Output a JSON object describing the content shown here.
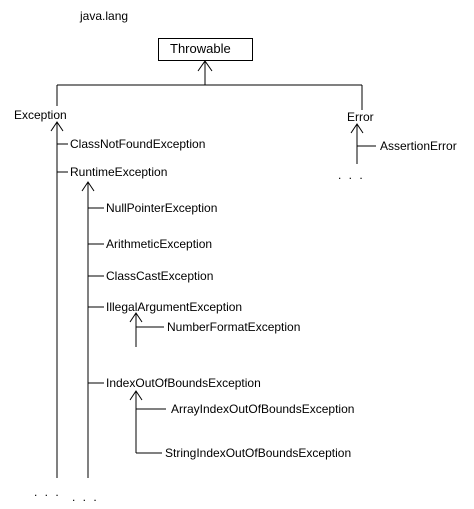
{
  "header": {
    "package_name": "java.lang"
  },
  "nodes": {
    "throwable": "Throwable",
    "exception": "Exception",
    "error": "Error",
    "class_not_found": "ClassNotFoundException",
    "runtime": "RuntimeException",
    "null_pointer": "NullPointerException",
    "arithmetic": "ArithmeticException",
    "class_cast": "ClassCastException",
    "illegal_argument": "IllegalArgumentException",
    "number_format": "NumberFormatException",
    "index_out_of_bounds": "IndexOutOfBoundsException",
    "array_index": "ArrayIndexOutOfBoundsException",
    "string_index": "StringIndexOutOfBoundsException",
    "assertion_error": "AssertionError"
  },
  "ellipsis": {
    "error_more": ". . .",
    "exception_more": ". . .",
    "runtime_more": ". . ."
  },
  "colors": {
    "line": "#000000",
    "text": "#000000"
  }
}
